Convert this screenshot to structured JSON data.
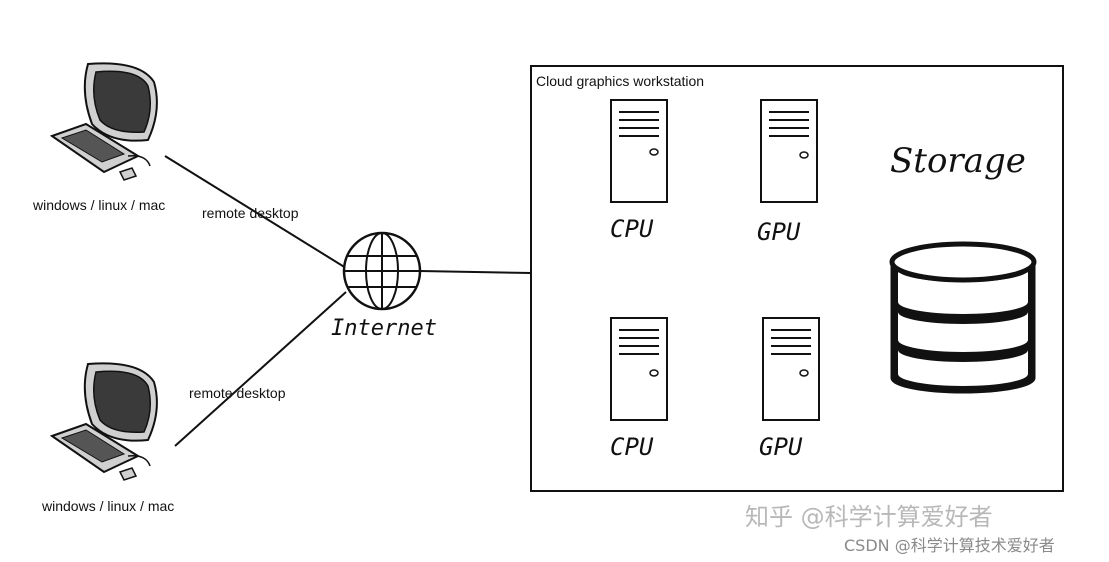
{
  "clients": [
    {
      "os_label": "windows / linux / mac",
      "link_label": "remote desktop"
    },
    {
      "os_label": "windows / linux / mac",
      "link_label": "remote desktop"
    }
  ],
  "internet_label": "Internet",
  "workstation": {
    "title": "Cloud graphics workstation",
    "servers": [
      "CPU",
      "GPU",
      "CPU",
      "GPU"
    ],
    "storage_label": "Storage"
  },
  "watermark": {
    "line1": "知乎 @科学计算爱好者",
    "line2": "CSDN @科学计算技术爱好者"
  }
}
